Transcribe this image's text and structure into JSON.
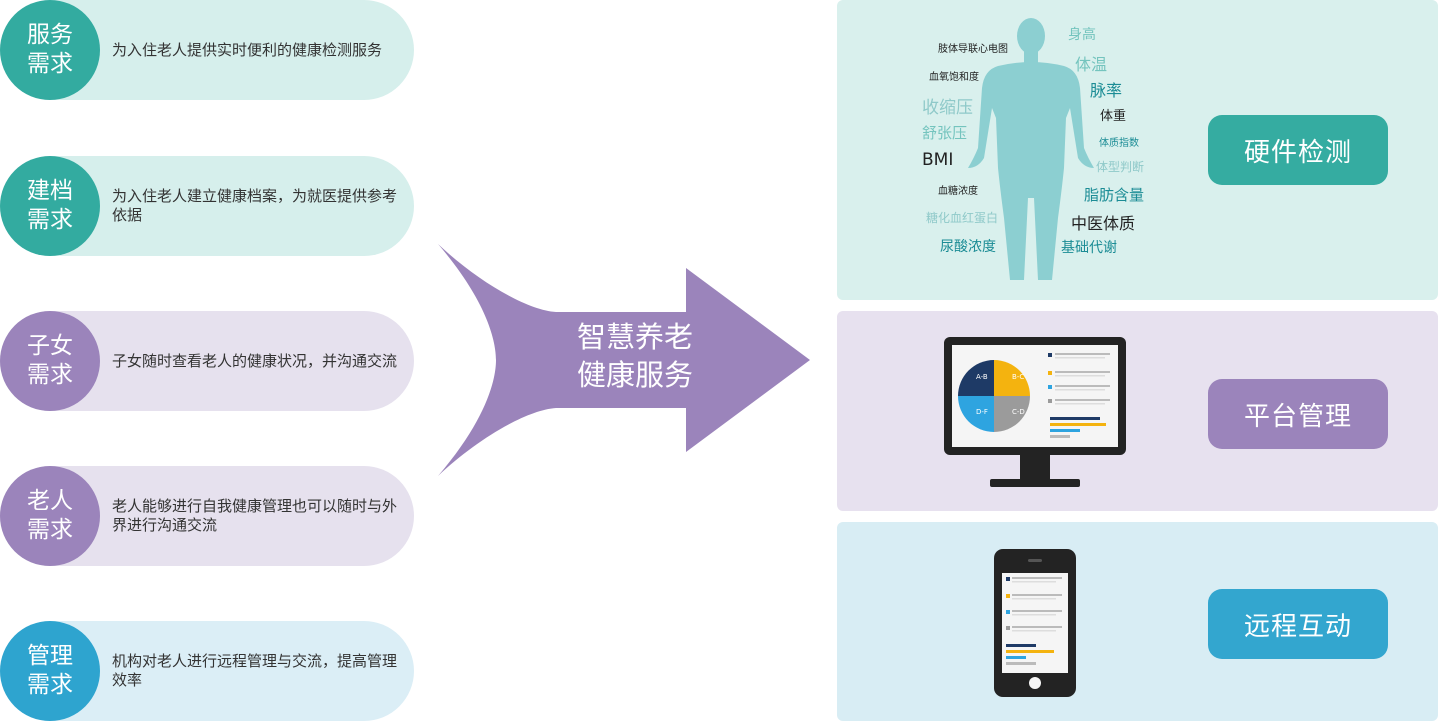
{
  "needs": [
    {
      "title_line1": "服务",
      "title_line2": "需求",
      "desc": "为入住老人提供实时便利的健康检测服务",
      "theme": "teal"
    },
    {
      "title_line1": "建档",
      "title_line2": "需求",
      "desc": "为入住老人建立健康档案，为就医提供参考依据",
      "theme": "teal"
    },
    {
      "title_line1": "子女",
      "title_line2": "需求",
      "desc": "子女随时查看老人的健康状况，并沟通交流",
      "theme": "purple"
    },
    {
      "title_line1": "老人",
      "title_line2": "需求",
      "desc": "老人能够进行自我健康管理也可以随时与外界进行沟通交流",
      "theme": "purple"
    },
    {
      "title_line1": "管理",
      "title_line2": "需求",
      "desc": "机构对老人进行远程管理与交流，提高管理效率",
      "theme": "blue"
    }
  ],
  "center": {
    "line1": "智慧养老",
    "line2": "健康服务"
  },
  "hardware": {
    "button": "硬件检测",
    "keywords_left": [
      "肢体导联心电图",
      "血氧饱和度",
      "收缩压",
      "舒张压",
      "BMI",
      "血糖浓度",
      "糖化血红蛋白",
      "尿酸浓度"
    ],
    "keywords_right": [
      "身高",
      "体温",
      "脉率",
      "体重",
      "体质指数",
      "体型判断",
      "脂肪含量",
      "中医体质",
      "基础代谢"
    ]
  },
  "platform": {
    "button": "平台管理",
    "pie_labels": [
      "A-B",
      "B-C",
      "D-F",
      "C-D"
    ]
  },
  "remote": {
    "button": "远程互动"
  },
  "colors": {
    "teal": "#33aba0",
    "teal_light": "#d6efec",
    "purple": "#9b84bb",
    "purple_light": "#e6e1ee",
    "blue": "#2ea4cf",
    "blue_light": "#dbeef6",
    "arrow": "#9b84bb"
  }
}
